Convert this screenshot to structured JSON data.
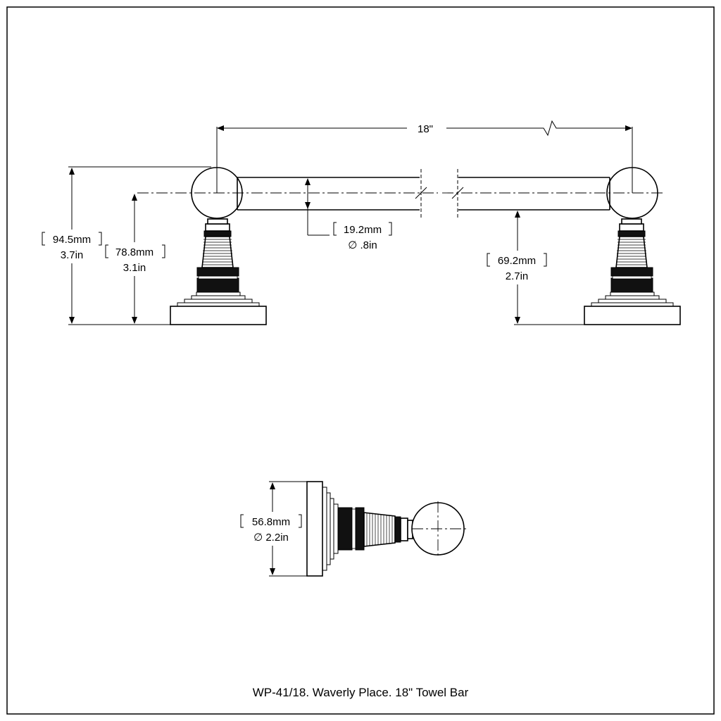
{
  "drawing": {
    "overall_length": "18\"",
    "height_total": {
      "mm": "94.5mm",
      "in": "3.7in"
    },
    "height_center": {
      "mm": "78.8mm",
      "in": "3.1in"
    },
    "bar_diameter": {
      "mm": "19.2mm",
      "in": "∅ .8in"
    },
    "bar_bottom_height": {
      "mm": "69.2mm",
      "in": "2.7in"
    },
    "base_diameter": {
      "mm": "56.8mm",
      "in": "∅ 2.2in"
    }
  },
  "caption": "WP-41/18. Waverly Place. 18\" Towel Bar"
}
